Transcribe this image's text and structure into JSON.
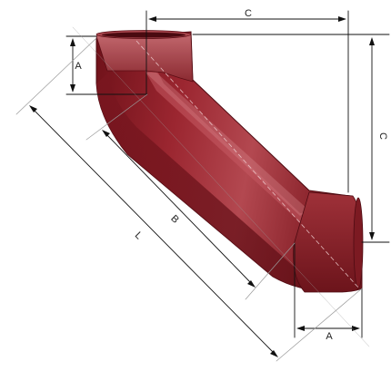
{
  "colors": {
    "pipe_main": "#8c1d25",
    "pipe_dark": "#5f0f17",
    "pipe_light": "#b44a52",
    "dimension_line": "#111111",
    "dimension_thin": "#9a9a9a",
    "background": "#ffffff"
  },
  "labels": {
    "c_top": "C",
    "c_right": "C",
    "a_top": "A",
    "a_bottom": "A",
    "b": "B",
    "l": "L"
  }
}
